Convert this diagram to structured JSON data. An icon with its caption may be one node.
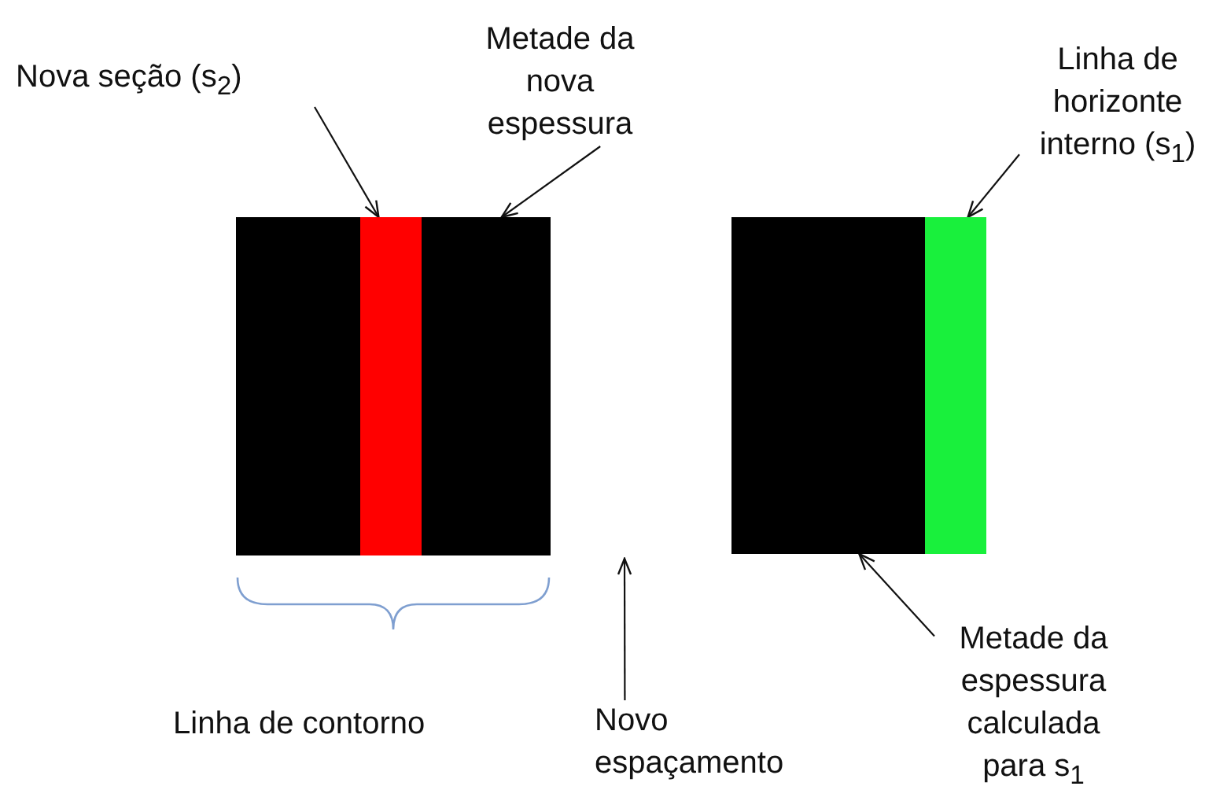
{
  "diagram": {
    "nodes": [
      {
        "text": [
          "Nova seção (s$_{2}$)"
        ]
      },
      {
        "text": [
          "Metade da nova espessura"
        ]
      },
      {
        "text": [
          "Linha de horizonte interno (s$_{1}$)"
        ]
      },
      {
        "text": [],
        "shape": "bar"
      },
      {
        "text": [],
        "shape": "bar"
      },
      {
        "text": [],
        "shape": "bar"
      },
      {
        "text": [],
        "shape": "bar"
      },
      {
        "text": [],
        "shape": "bar"
      },
      {
        "text": [
          "Novo espaçamento"
        ]
      },
      {
        "text": [
          "Metade da espessura calculada para s$_{1}$"
        ]
      }
    ],
    "edges": [
      {
        "from": 0,
        "to": 4,
        "arrow": "to"
      },
      {
        "from": 1,
        "to": 5,
        "arrow": "to"
      },
      {
        "from": 2,
        "to": 7,
        "arrow": "to"
      },
      {
        "from": 8,
        "to": null,
        "arrow": "to"
      },
      {
        "from": 9,
        "to": 6,
        "arrow": "to"
      }
    ],
    "labels": [
      "Linha de contorno"
    ]
  }
}
